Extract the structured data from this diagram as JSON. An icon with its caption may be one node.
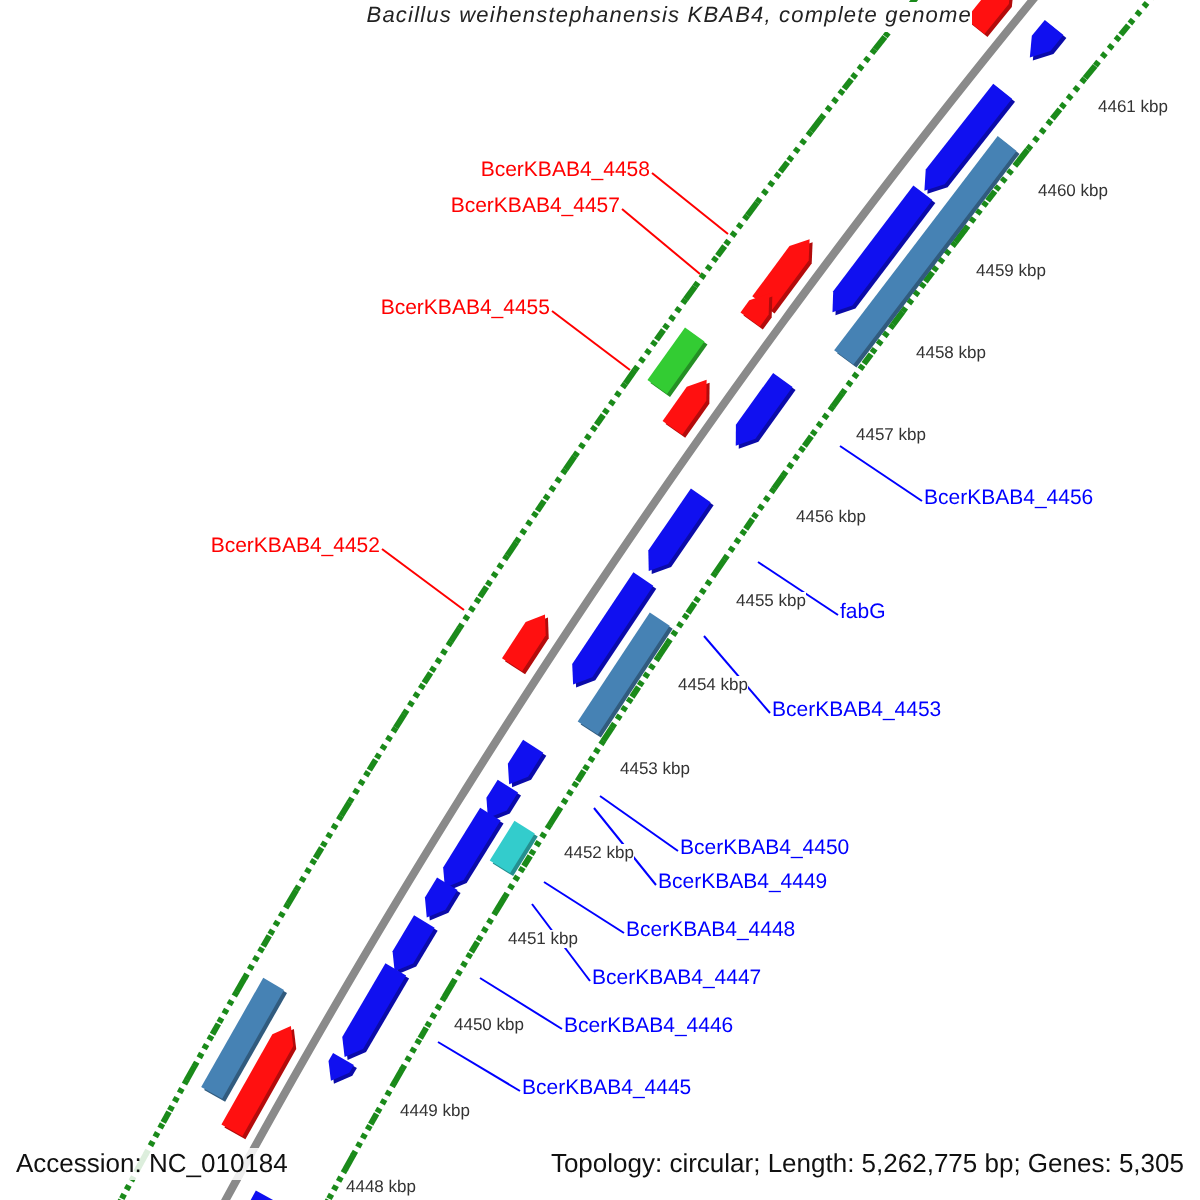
{
  "diagram": {
    "title": "Bacillus weihenstephanensis KBAB4, complete genome",
    "nodes": [
      {
        "text": [
          "BcerKBAB4_4458"
        ]
      },
      {
        "text": [
          "BcerKBAB4_4457"
        ]
      },
      {
        "text": [
          "BcerKBAB4_4455"
        ]
      },
      {
        "text": [
          "BcerKBAB4_4456"
        ]
      },
      {
        "text": [
          "BcerKBAB4_4452"
        ]
      },
      {
        "text": [
          "fabG"
        ]
      },
      {
        "text": [
          "BcerKBAB4_4453"
        ]
      },
      {
        "text": [
          "BcerKBAB4_4450"
        ]
      },
      {
        "text": [
          "BcerKBAB4_4449"
        ]
      },
      {
        "text": [
          "BcerKBAB4_4448"
        ]
      },
      {
        "text": [
          "BcerKBAB4_4447"
        ]
      },
      {
        "text": [
          "BcerKBAB4_4446"
        ]
      },
      {
        "text": [
          "BcerKBAB4_4445"
        ]
      }
    ],
    "edges": [
      {
        "from": 0,
        "to": null,
        "arrow": "none",
        "color": "#ff0000"
      },
      {
        "from": 1,
        "to": null,
        "arrow": "none",
        "color": "#ff0000"
      },
      {
        "from": 2,
        "to": null,
        "arrow": "none",
        "color": "#ff0000"
      },
      {
        "from": 3,
        "to": null,
        "arrow": "none"
      },
      {
        "from": 4,
        "to": null,
        "arrow": "none",
        "color": "#ff0000"
      },
      {
        "from": 5,
        "to": null,
        "arrow": "none"
      },
      {
        "from": 6,
        "to": null,
        "arrow": "none"
      },
      {
        "from": 7,
        "to": null,
        "arrow": "none"
      },
      {
        "from": 8,
        "to": null,
        "arrow": "none"
      },
      {
        "from": 9,
        "to": null,
        "arrow": "none"
      },
      {
        "from": 10,
        "to": null,
        "arrow": "none"
      },
      {
        "from": 11,
        "to": null,
        "arrow": "none"
      },
      {
        "from": 12,
        "to": null,
        "arrow": "none"
      }
    ],
    "labels": [
      "4461 kbp",
      "4460 kbp",
      "4459 kbp",
      "4458 kbp",
      "4457 kbp",
      "4456 kbp",
      "4455 kbp",
      "4454 kbp",
      "4453 kbp",
      "4452 kbp",
      "4451 kbp",
      "4450 kbp",
      "4449 kbp",
      "4448 kbp",
      "Accession: NC_010184",
      "Topology: circular; Length: 5,262,775 bp; Genes: 5,305"
    ]
  }
}
